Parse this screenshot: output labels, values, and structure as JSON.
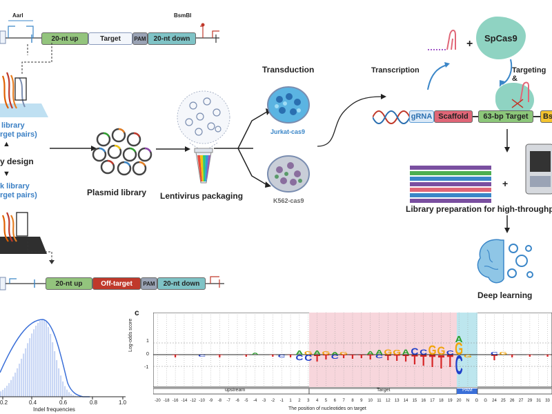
{
  "top_construct": {
    "aari": "AarI",
    "bsmbi": "BsmBI",
    "up": "20-nt up",
    "target": "Target",
    "pam": "PAM",
    "down": "20-nt down"
  },
  "bottom_construct": {
    "up": "20-nt up",
    "offtarget": "Off-target",
    "pam": "PAM",
    "down": "20-nt down"
  },
  "left": {
    "library_top_1": "library",
    "library_top_2": "rget pairs)",
    "design": "y design",
    "library_bottom_1": "k library",
    "library_bottom_2": "rget pairs)"
  },
  "workflow": {
    "plasmid_library": "Plasmid library",
    "lentivirus_packaging": "Lentivirus packaging",
    "transduction": "Transduction",
    "jurkat": "Jurkat-cas9",
    "k562": "K562-cas9",
    "transcription": "Transcription",
    "spcas9": "SpCas9",
    "targeting": "Targeting &",
    "grna": "gRNA",
    "scaffold": "Scaffold",
    "target63": "63-bp Target",
    "bs": "Bs",
    "plus1": "+",
    "plus2": "+",
    "library_prep": "Library preparation for high-throughp",
    "deep_learning": "Deep learning"
  },
  "hist": {
    "xlabel": "Indel frequencies",
    "ticks": [
      "0.2",
      "0.4",
      "0.6",
      "0.8",
      "1.0"
    ]
  },
  "panel_c": {
    "panel_label": "c",
    "ylabel": "Log-odds score",
    "yticks": [
      "1",
      "0",
      "-1"
    ],
    "xlabel": "The position of nucleotides on target",
    "region_upstream": "upstream",
    "region_target": "Target",
    "region_pam": "PAM",
    "xticks": [
      "-20",
      "-18",
      "-16",
      "-14",
      "-12",
      "-10",
      "-9",
      "-8",
      "-7",
      "-6",
      "-5",
      "-4",
      "-3",
      "-2",
      "-1",
      "1",
      "2",
      "3",
      "4",
      "5",
      "6",
      "7",
      "8",
      "9",
      "10",
      "11",
      "12",
      "13",
      "14",
      "15",
      "16",
      "17",
      "18",
      "19",
      "20",
      "N",
      "G",
      "G",
      "24",
      "25",
      "26",
      "27",
      "29",
      "31",
      "33"
    ]
  },
  "colors": {
    "up_box": "#93c47d",
    "target_box": "#f3f6fb",
    "pam_box": "#9aa3b5",
    "down_box": "#7fc3c6",
    "offtarget_box": "#c0392b",
    "scaffold": "#e06677",
    "grna": "#5b9bd5",
    "target63": "#8cc77a",
    "bs": "#f4c430",
    "spcas9": "#8fd3c2",
    "jurkat_text": "#3a86c8",
    "library_text": "#3a7fc4",
    "target_region": "#f7d6dc",
    "pam_region": "#bde6ee",
    "logo_A": "#2ea02e",
    "logo_C": "#1f3fc9",
    "logo_G": "#f1a30a",
    "logo_T": "#d62728"
  }
}
